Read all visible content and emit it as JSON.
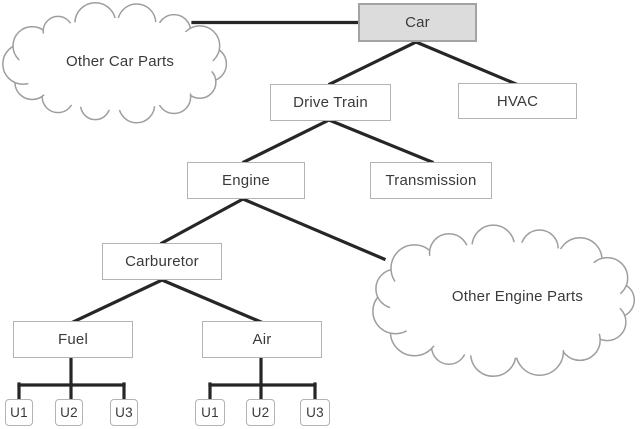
{
  "figure": {
    "type": "component-hierarchy-diagram",
    "background": "#ffffff",
    "nodes": {
      "car": "Car",
      "drive_train": "Drive Train",
      "hvac": "HVAC",
      "engine": "Engine",
      "transmission": "Transmission",
      "carburetor": "Carburetor",
      "fuel": "Fuel",
      "air": "Air"
    },
    "fuel_units": [
      "U1",
      "U2",
      "U3"
    ],
    "air_units": [
      "U1",
      "U2",
      "U3"
    ],
    "clouds": {
      "other_car_parts": "Other Car Parts",
      "other_engine_parts": "Other Engine Parts"
    },
    "edges": [
      [
        "Other Car Parts",
        "Car"
      ],
      [
        "Car",
        "Drive Train"
      ],
      [
        "Car",
        "HVAC"
      ],
      [
        "Drive Train",
        "Engine"
      ],
      [
        "Drive Train",
        "Transmission"
      ],
      [
        "Engine",
        "Carburetor"
      ],
      [
        "Engine",
        "Other Engine Parts"
      ],
      [
        "Carburetor",
        "Fuel"
      ],
      [
        "Carburetor",
        "Air"
      ],
      [
        "Fuel",
        "U1"
      ],
      [
        "Fuel",
        "U2"
      ],
      [
        "Fuel",
        "U3"
      ],
      [
        "Air",
        "U1"
      ],
      [
        "Air",
        "U2"
      ],
      [
        "Air",
        "U3"
      ]
    ],
    "colors": {
      "root_node_fill": "#dcdcdc",
      "node_fill": "#ffffff",
      "node_border": "#b3b3b3",
      "connector": "#262626",
      "text": "#3a3a3a",
      "cloud_outline": "#9e9e9e"
    }
  }
}
